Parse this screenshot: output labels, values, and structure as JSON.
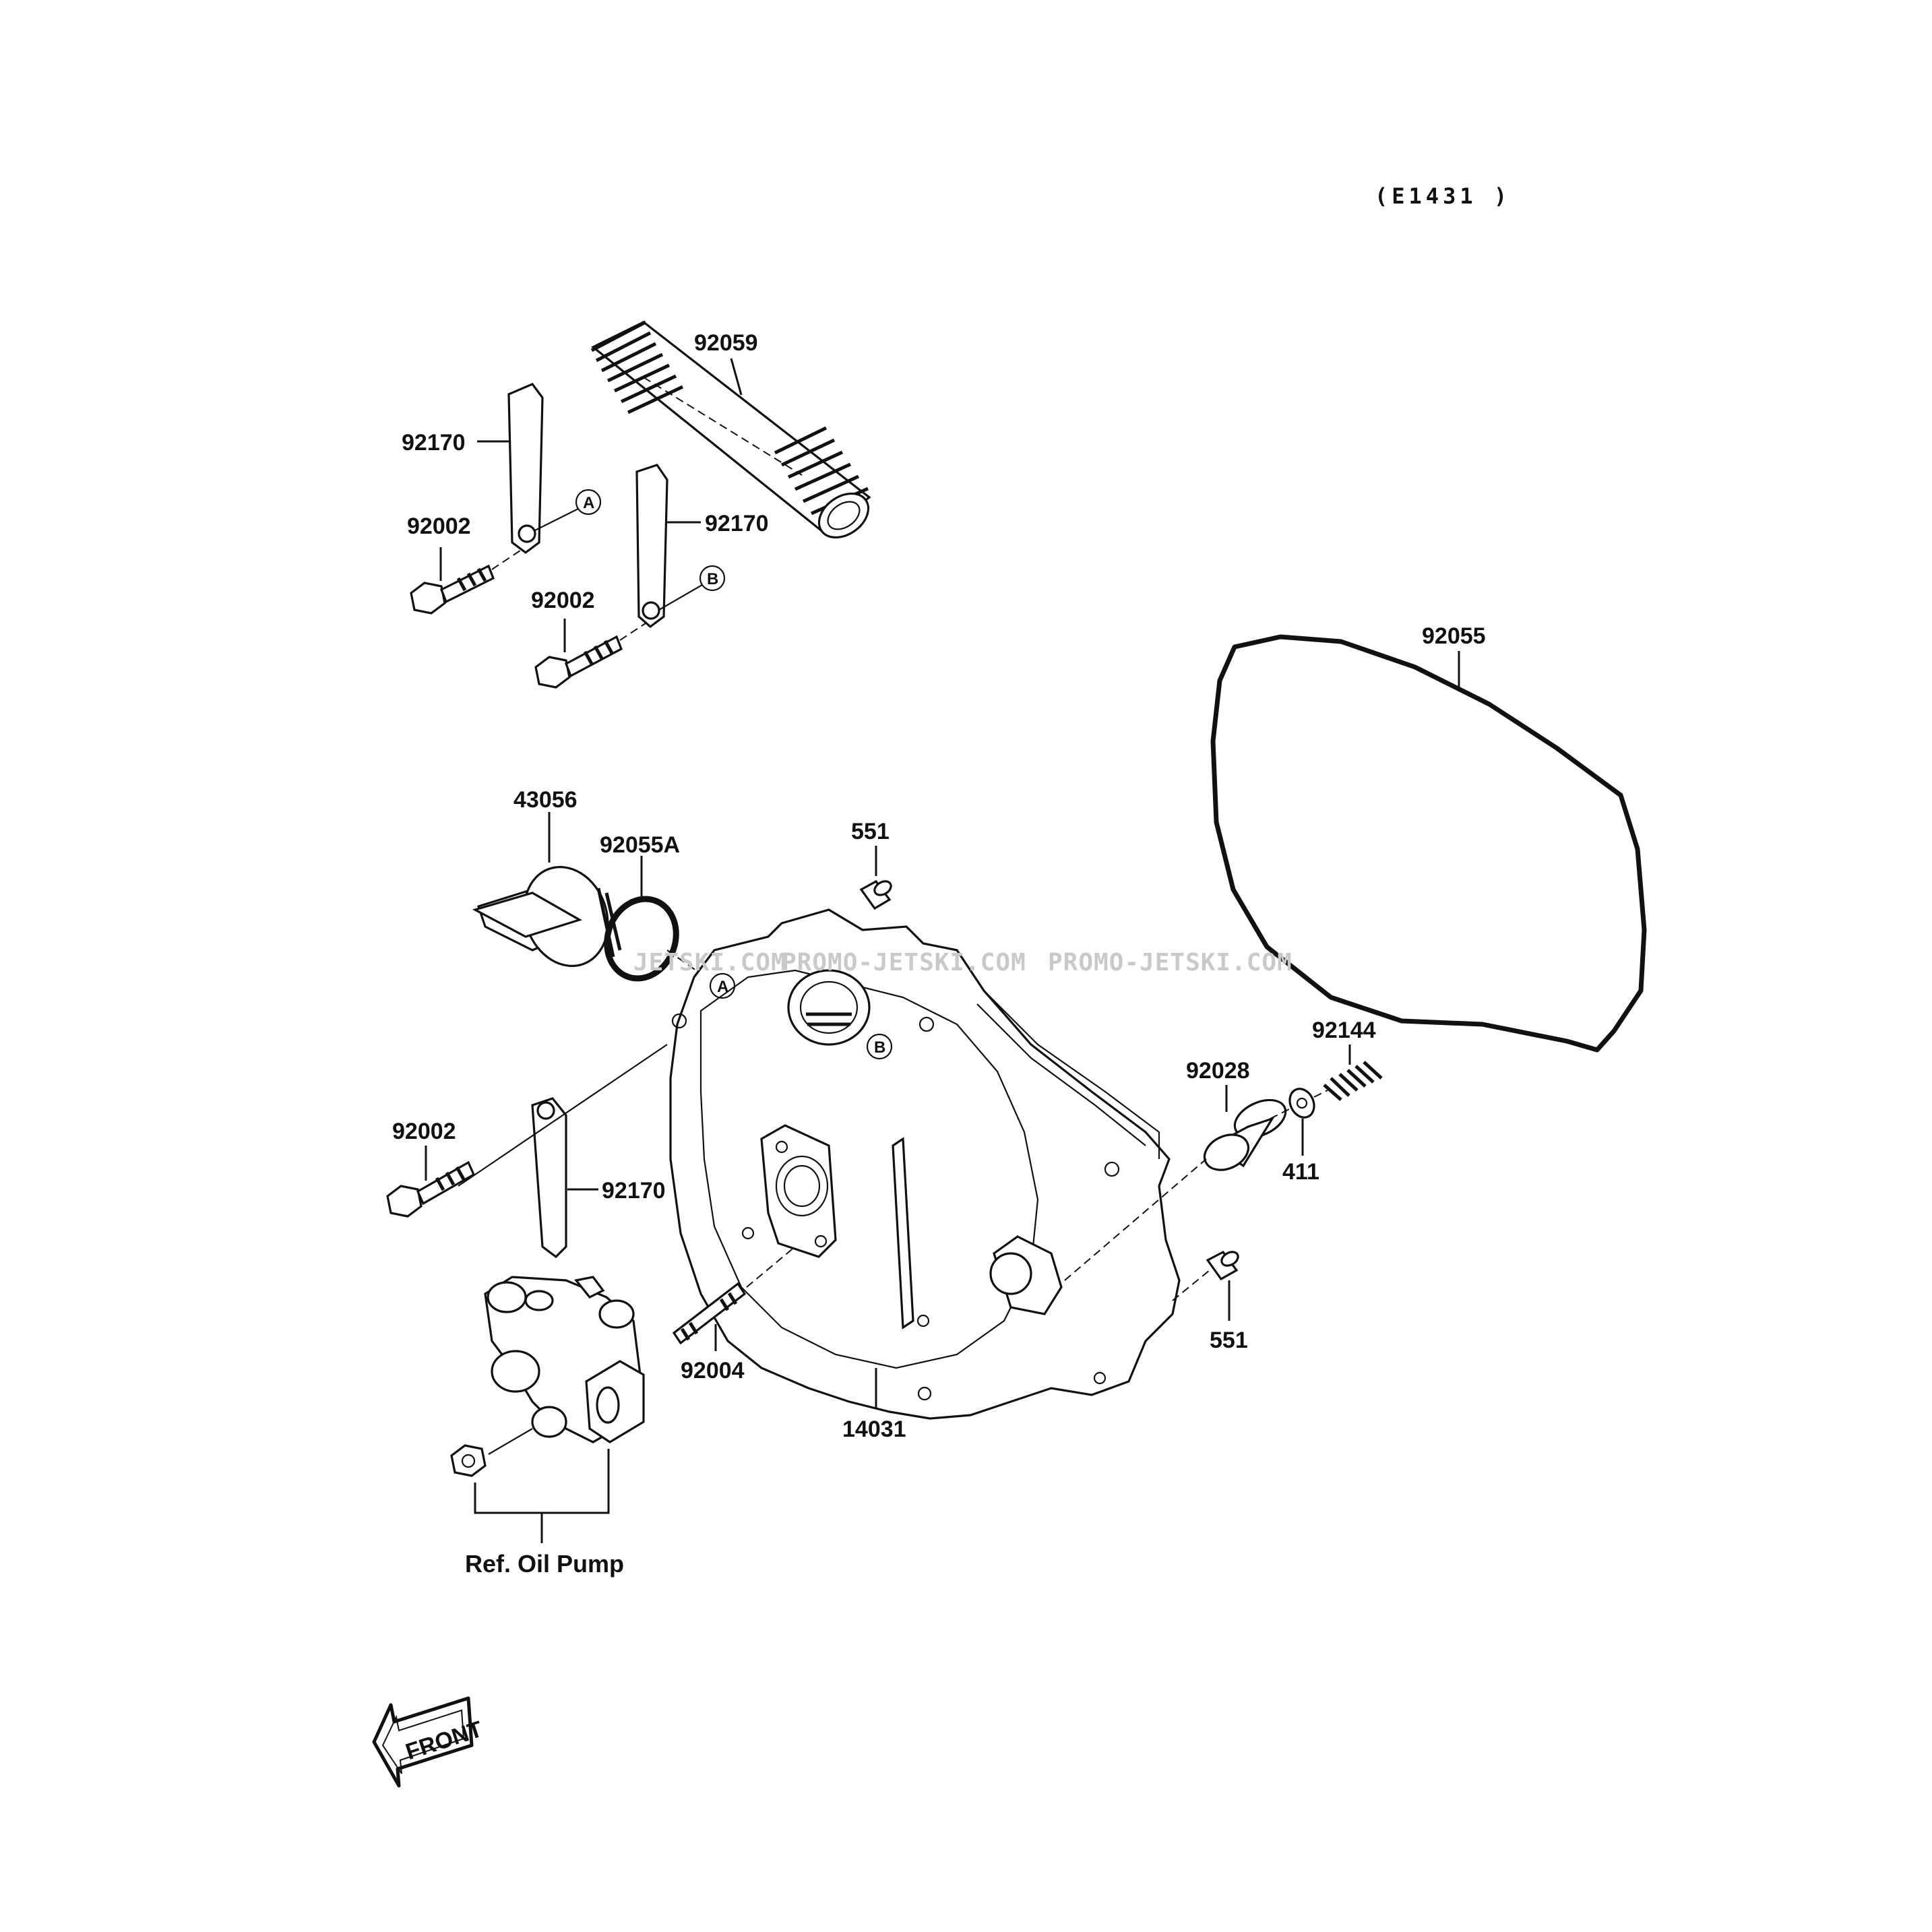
{
  "diagram_code": "(E1431 )",
  "watermarks": [
    "JETSKI.COM",
    "PROMO-JETSKI.COM",
    "PROMO-JETSKI.COM"
  ],
  "markers": {
    "a": "A",
    "b": "B"
  },
  "labels": {
    "p92059": "92059",
    "p92170_top": "92170",
    "p92002_top": "92002",
    "p92170_mid": "92170",
    "p92002_mid": "92002",
    "p92055": "92055",
    "p43056": "43056",
    "p92055a": "92055A",
    "p551_top": "551",
    "p92144": "92144",
    "p92028": "92028",
    "p411": "411",
    "p92002_low": "92002",
    "p92170_low": "92170",
    "p551_low": "551",
    "p92004": "92004",
    "p14031": "14031",
    "ref_oil_pump": "Ref. Oil Pump"
  },
  "front_label": "FRONT"
}
